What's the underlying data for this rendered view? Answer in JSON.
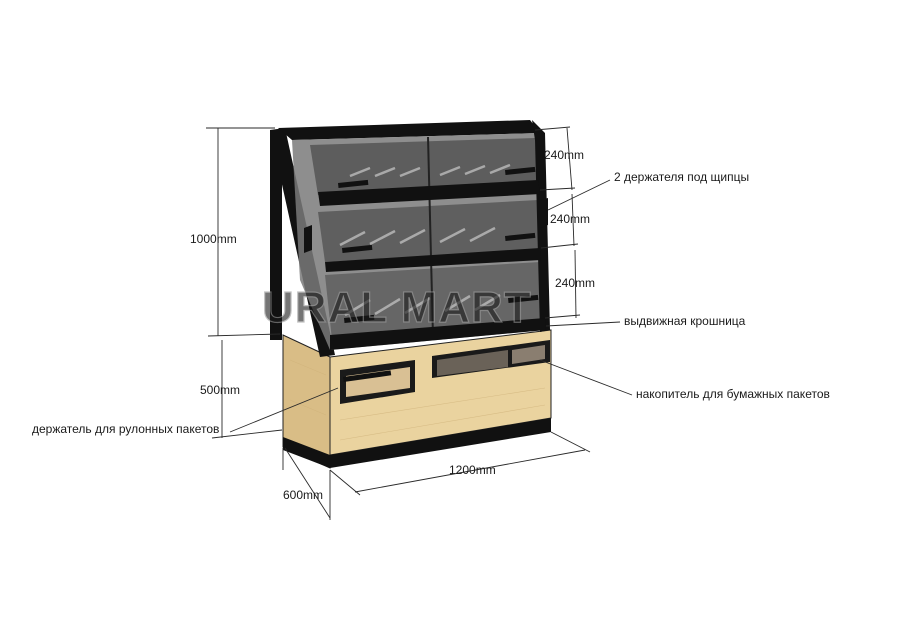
{
  "watermark": "URAL MART",
  "dimensions": {
    "height_total": "1000mm",
    "height_base": "500mm",
    "width": "1200mm",
    "depth": "600mm",
    "shelf_top": "240mm",
    "shelf_mid": "240mm",
    "shelf_bottom": "240mm"
  },
  "callouts": {
    "tongs_holders": "2 держателя под щипцы",
    "crumb_tray": "выдвижная крошница",
    "paper_bag_storage": "накопитель для бумажных пакетов",
    "roll_bag_holder": "держатель для рулонных пакетов"
  },
  "colors": {
    "frame": "#111111",
    "glass": "#6f6f6f",
    "wood": "#e8cf9c",
    "wood_dark": "#cdb07a",
    "plinth": "#111111"
  }
}
